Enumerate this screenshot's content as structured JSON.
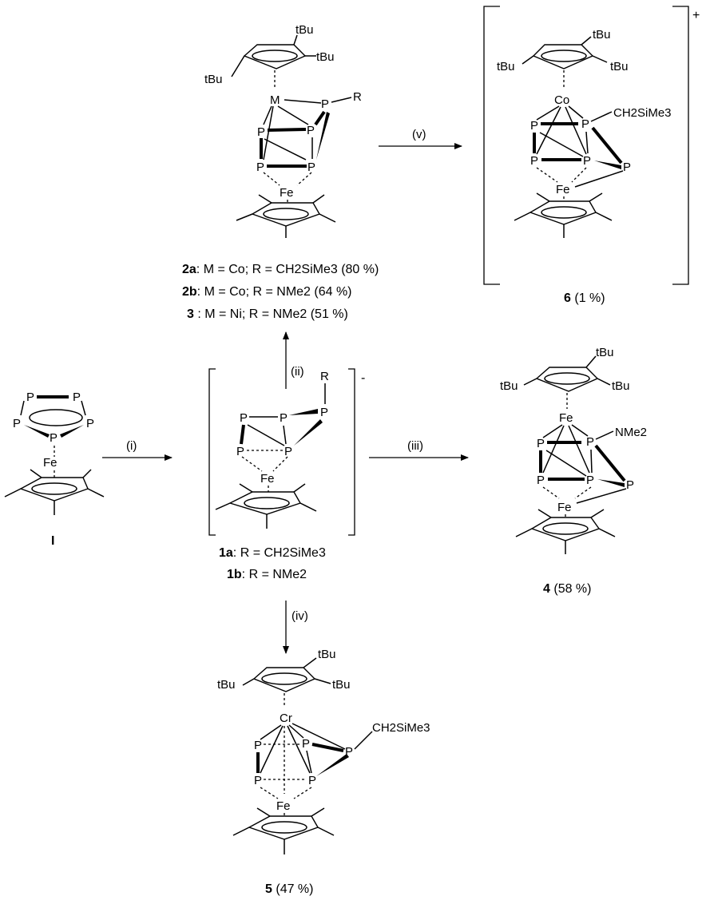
{
  "steps": {
    "i": "(i)",
    "ii": "(ii)",
    "iii": "(iii)",
    "iv": "(iv)",
    "v": "(v)"
  },
  "atoms": {
    "P": "P",
    "Fe": "Fe",
    "Co": "Co",
    "Cr": "Cr",
    "M": "M",
    "R": "R",
    "tBu": "tBu",
    "NMe2": "NMe2",
    "CH2SiMe3": "CH2SiMe3"
  },
  "charges": {
    "anion": "-",
    "cation": "+"
  },
  "compounds": {
    "I": {
      "label": "I"
    },
    "c1": {
      "line_a": {
        "id": "1a",
        "text": ": R = CH2SiMe3"
      },
      "line_b": {
        "id": "1b",
        "text": ": R = NMe2"
      }
    },
    "c2": {
      "line_a": {
        "id": "2a",
        "text": ": M = Co; R = CH2SiMe3 (80 %)"
      },
      "line_b": {
        "id": "2b",
        "text": ": M = Co; R = NMe2 (64 %)"
      },
      "line_3": {
        "id": "3",
        "text": " : M = Ni;  R = NMe2 (51 %)"
      }
    },
    "c4": {
      "id": "4",
      "yield": "(58 %)"
    },
    "c5": {
      "id": "5",
      "yield": "(47 %)"
    },
    "c6": {
      "id": "6",
      "yield": "(1 %)"
    }
  },
  "colors": {
    "ink": "#000000",
    "background": "#ffffff"
  }
}
